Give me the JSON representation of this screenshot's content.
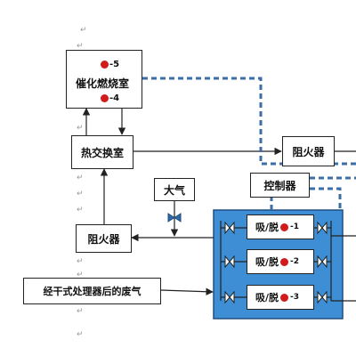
{
  "nodes": {
    "catalytic_combustion": "催化燃烧室",
    "heat_exchanger": "热交换室",
    "flame_arrester_right": "阻火器",
    "flame_arrester_left": "阻火器",
    "atmosphere": "大气",
    "controller": "控制器",
    "dried_exhaust": "经干式处理器后的废气"
  },
  "sensors": {
    "s5": "-5",
    "s4": "-4"
  },
  "adsorption_rows": [
    {
      "label": "吸/脱",
      "index": "-1"
    },
    {
      "label": "吸/脱",
      "index": "-2"
    },
    {
      "label": "吸/脱",
      "index": "-3"
    }
  ],
  "colors": {
    "adsorption_panel": "#3d8ed4",
    "dashed_signal": "#3c6ea6",
    "sensor_dot": "#d21b1b"
  }
}
